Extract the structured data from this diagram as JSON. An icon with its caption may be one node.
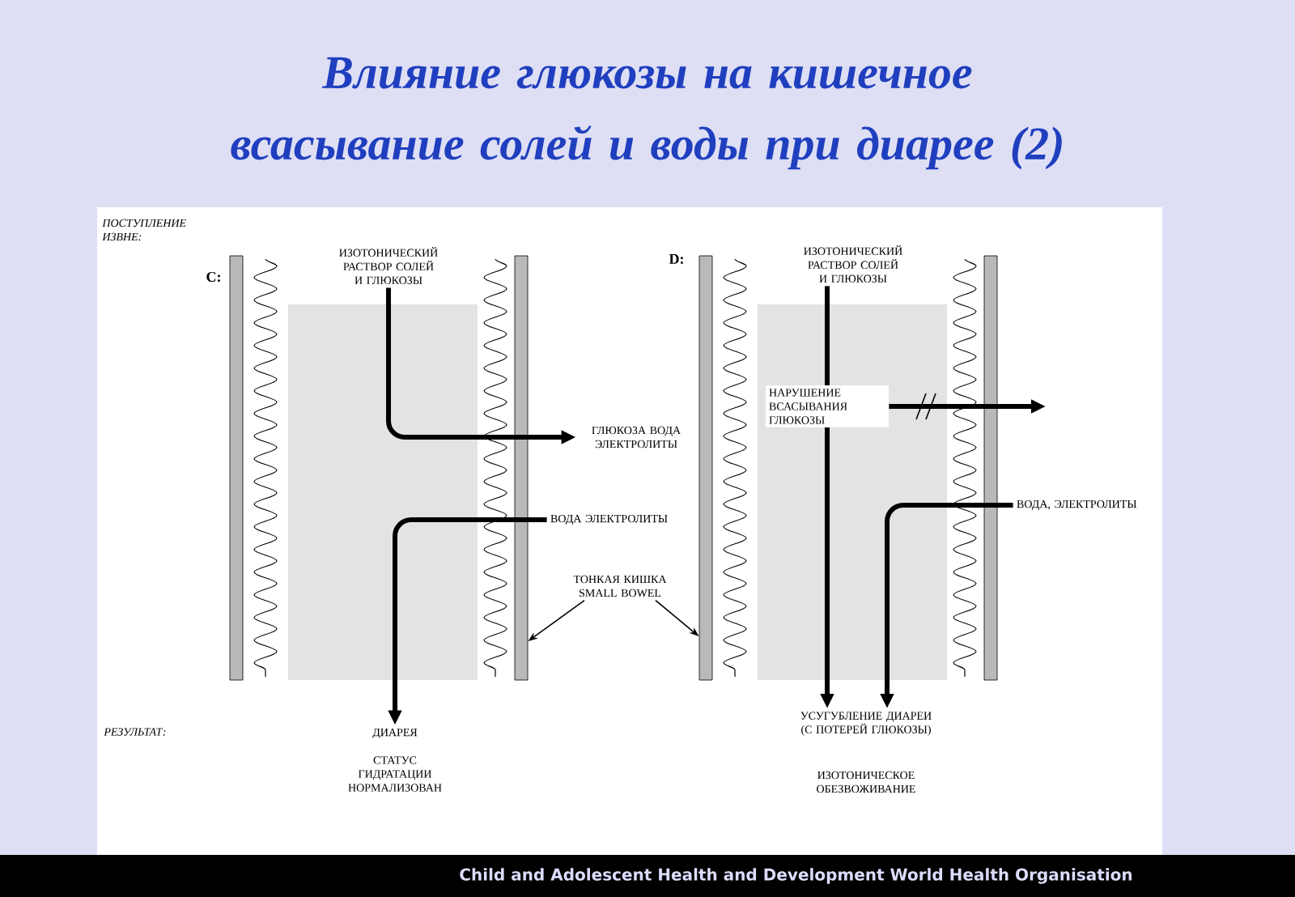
{
  "diagram": {
    "title": "Влияние глюкозы на кишечное всасывание солей и воды при диарее (2)",
    "nodes": [
      {
        "text": [
          "ИЗОТОНИЧЕСКИЙ РАСТВОР СОЛЕЙ И ГЛЮКОЗЫ"
        ]
      },
      {
        "text": [
          "ГЛЮКОЗА ВОДА ЭЛЕКТРОЛИТЫ"
        ]
      },
      {
        "text": [
          "ВОДА ЭЛЕКТРОЛИТЫ"
        ]
      },
      {
        "text": [
          "ТОНКАЯ КИШКА SMALL BOWEL"
        ]
      },
      {
        "text": [
          "ДИАРЕЯ"
        ]
      },
      {
        "text": [
          "ИЗОТОНИЧЕСКИЙ РАСТВОР СОЛЕЙ И ГЛЮКОЗЫ"
        ]
      },
      {
        "text": [
          "НАРУШЕНИЕ ВСАСЫВАНИЯ ГЛЮКОЗЫ"
        ]
      },
      {
        "text": [
          "ВОДА, ЭЛЕКТРОЛИТЫ"
        ]
      },
      {
        "text": [
          "УСУГУБЛЕНИЕ ДИАРЕИ (С ПОТЕРЕЙ ГЛЮКОЗЫ)"
        ]
      },
      {
        "text": [],
        "shape": "bar"
      },
      {
        "text": [],
        "shape": "bar"
      }
    ],
    "edges": [
      {
        "from": 0,
        "to": 1,
        "arrow": "to"
      },
      {
        "from": 2,
        "to": 4,
        "arrow": "to"
      },
      {
        "from": 3,
        "to": 9,
        "arrow": "to"
      },
      {
        "from": 3,
        "to": 10,
        "arrow": "to"
      },
      {
        "from": 5,
        "to": 6,
        "arrow": "none"
      },
      {
        "from": 6,
        "to": 8,
        "arrow": "to"
      },
      {
        "from": 6,
        "to": null,
        "arrow": "to"
      },
      {
        "from": 7,
        "to": 8,
        "arrow": "to"
      }
    ],
    "labels": [
      "ПОСТУПЛЕНИЕ ИЗВНЕ:",
      "C:",
      "D:",
      "РЕЗУЛЬТАТ:",
      "СТАТУС ГИДРАТАЦИИ НОРМАЛИЗОВАН",
      "ИЗОТОНИЧЕСКОЕ ОБЕЗВОЖИВАНИЕ",
      "Child and Adolescent Health and Development World Health Organisation"
    ]
  }
}
